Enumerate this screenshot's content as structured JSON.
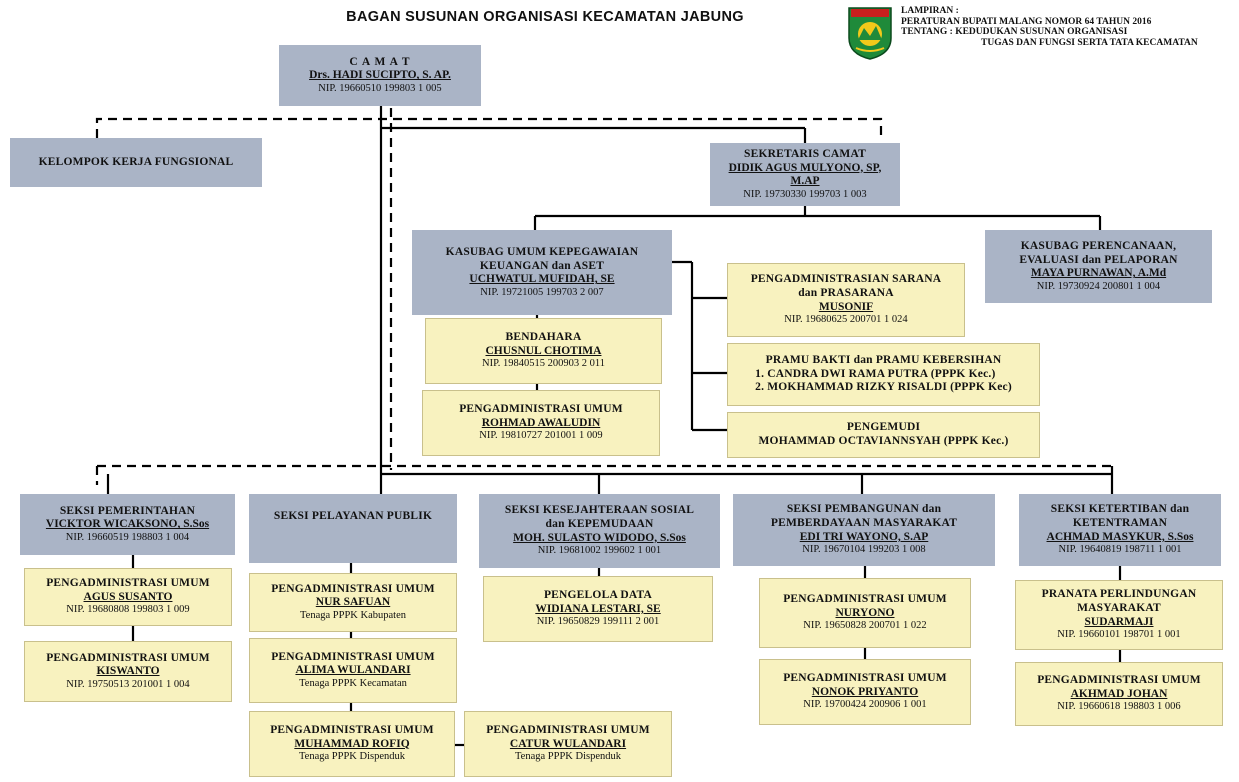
{
  "title": "BAGAN SUSUNAN ORGANISASI KECAMATAN JABUNG",
  "logo": {
    "label": "KABUPATEN MALANG",
    "colors": {
      "green": "#1f8a3a",
      "red": "#c8201e",
      "yellow": "#f3c91a"
    }
  },
  "lampiran": {
    "line1": "LAMPIRAN :",
    "line2": "PERATURAN  BUPATI MALANG NOMOR 64 TAHUN 2016",
    "line3": "TENTANG : KEDUDUKAN   SUSUNAN ORGANISASI",
    "line4": "TUGAS DAN  FUNGSI SERTA TATA KECAMATAN"
  },
  "colors": {
    "gray_box": "#aab4c6",
    "yellow_box": "#f8f2bf"
  },
  "camat": {
    "title": "C A M A T",
    "name": "Drs. HADI SUCIPTO, S. AP.",
    "nip": "NIP. 19660510  199803  1 005"
  },
  "kelompok": {
    "title": "KELOMPOK KERJA FUNGSIONAL"
  },
  "sekretaris": {
    "title": "SEKRETARIS  CAMAT",
    "name": "DIDIK AGUS MULYONO, SP, M.AP",
    "nip": "NIP. 19730330  199703  1 003"
  },
  "kasubag_umum": {
    "title1": "KASUBAG UMUM  KEPEGAWAIAN",
    "title2": "KEUANGAN dan ASET",
    "name": "UCHWATUL MUFIDAH, SE",
    "nip": "NIP. 19721005  199703  2 007"
  },
  "kasubag_perencanaan": {
    "title1": "KASUBAG PERENCANAAN,",
    "title2": "EVALUASI dan PELAPORAN",
    "name": "MAYA PURNAWAN, A.Md",
    "nip": "NIP. 19730924  200801  1 004"
  },
  "bendahara": {
    "title": "BENDAHARA",
    "name": "CHUSNUL CHOTIMA",
    "nip": "NIP. 19840515  200903  2 011"
  },
  "peng_umum_sek": {
    "title": "PENGADMINISTRASI UMUM",
    "name": "ROHMAD AWALUDIN",
    "nip": "NIP. 19810727  201001  1 009"
  },
  "peng_sarana": {
    "title1": "PENGADMINISTRASIAN SARANA",
    "title2": "dan PRASARANA",
    "name": "MUSONIF",
    "nip": "NIP. 19680625  200701  1 024"
  },
  "pramu": {
    "title": "PRAMU BAKTI dan PRAMU KEBERSIHAN",
    "item1": "1. CANDRA DWI RAMA PUTRA (PPPK Kec.)",
    "item2": "2. MOKHAMMAD RIZKY RISALDI (PPPK Kec)"
  },
  "pengemudi": {
    "title": "PENGEMUDI",
    "name": "MOHAMMAD OCTAVIANNSYAH  (PPPK Kec.)"
  },
  "seksi_pemerintahan": {
    "title": "SEKSI PEMERINTAHAN",
    "name": "VICKTOR WICAKSONO, S.Sos",
    "nip": "NIP. 19660519  198803  1 004"
  },
  "pem_staff1": {
    "title": "PENGADMINISTRASI UMUM",
    "name": "AGUS SUSANTO",
    "nip": "NIP. 19680808  199803  1 009"
  },
  "pem_staff2": {
    "title": "PENGADMINISTRASI UMUM",
    "name": "KISWANTO",
    "nip": "NIP. 19750513  201001  1 004"
  },
  "seksi_pelayanan": {
    "title": "SEKSI PELAYANAN PUBLIK"
  },
  "pel_staff1": {
    "title": "PENGADMINISTRASI UMUM",
    "name": "NUR SAFUAN",
    "note": "Tenaga PPPK Kabupaten"
  },
  "pel_staff2": {
    "title": "PENGADMINISTRASI UMUM",
    "name": "ALIMA WULANDARI",
    "note": "Tenaga  PPPK Kecamatan"
  },
  "pel_staff3": {
    "title": "PENGADMINISTRASI UMUM",
    "name": "MUHAMMAD ROFIQ",
    "note": "Tenaga  PPPK Dispenduk"
  },
  "pel_staff4": {
    "title": "PENGADMINISTRASI UMUM",
    "name": "CATUR  WULANDARI",
    "note": "Tenaga  PPPK Dispenduk"
  },
  "seksi_kesejahteraan": {
    "title1": "SEKSI  KESEJAHTERAAN SOSIAL",
    "title2": "dan KEPEMUDAAN",
    "name": "MOH. SULASTO WIDODO, S.Sos",
    "nip": "NIP. 19681002  199602  1 001"
  },
  "kes_staff1": {
    "title": "PENGELOLA DATA",
    "name": "WIDIANA LESTARI, SE",
    "nip": "NIP. 19650829  199111  2 001"
  },
  "seksi_pembangunan": {
    "title1": "SEKSI  PEMBANGUNAN  dan",
    "title2": "PEMBERDAYAAN MASYARAKAT",
    "name": "EDI TRI WAYONO, S.AP",
    "nip": "NIP. 19670104  199203  1 008"
  },
  "pemb_staff1": {
    "title": "PENGADMINISTRASI UMUM",
    "name": "NURYONO",
    "nip": "NIP. 19650828  200701  1 022"
  },
  "pemb_staff2": {
    "title": "PENGADMINISTRASI UMUM",
    "name": "NONOK PRIYANTO",
    "nip": "NIP. 19700424  200906  1 001"
  },
  "seksi_ketertiban": {
    "title1": "SEKSI  KETERTIBAN dan",
    "title2": "KETENTRAMAN",
    "name": "ACHMAD MASYKUR, S.Sos",
    "nip": "NIP. 19640819  198711  1 001"
  },
  "ket_staff1": {
    "title1": "PRANATA PERLINDUNGAN",
    "title2": "MASYARAKAT",
    "name": "SUDARMAJI",
    "nip": "NIP. 19660101  198701  1 001"
  },
  "ket_staff2": {
    "title": "PENGADMINISTRASI UMUM",
    "name": "AKHMAD  JOHAN",
    "nip": "NIP. 19660618  198803  1 006"
  }
}
